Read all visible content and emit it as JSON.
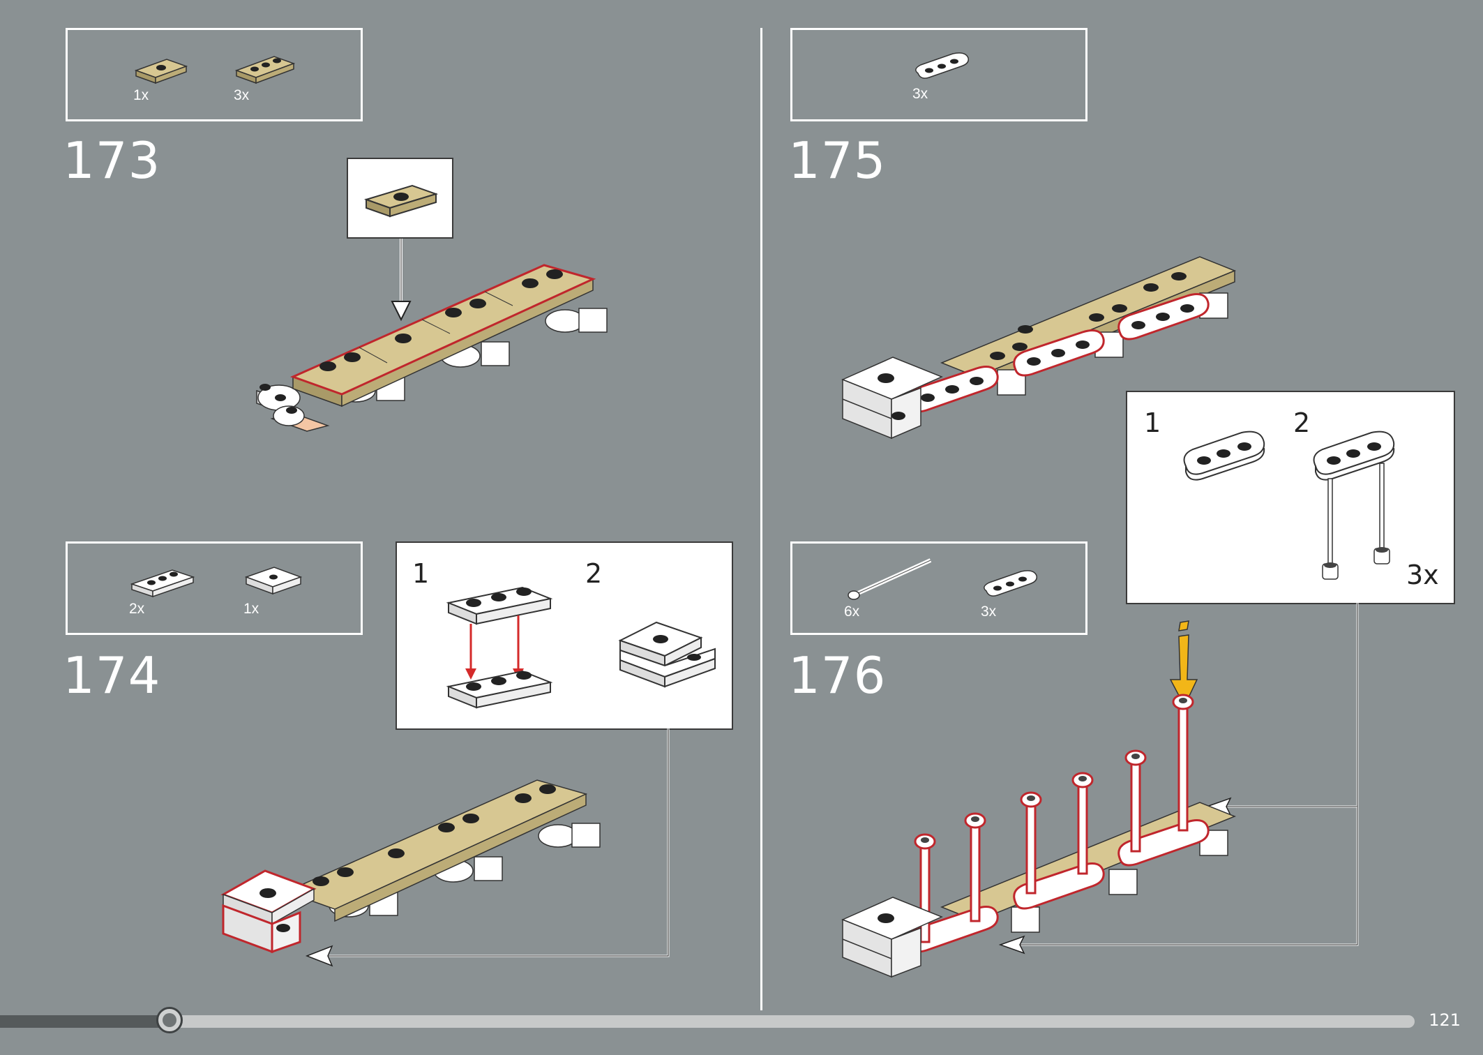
{
  "page": {
    "number": "121"
  },
  "progress": {
    "fraction": 0.12
  },
  "steps": [
    {
      "number": "173",
      "parts": [
        {
          "qty": "1x"
        },
        {
          "qty": "3x"
        }
      ]
    },
    {
      "number": "174",
      "parts": [
        {
          "qty": "2x"
        },
        {
          "qty": "1x"
        }
      ],
      "callout": {
        "sub1": "1",
        "sub2": "2"
      }
    },
    {
      "number": "175",
      "parts": [
        {
          "qty": "3x"
        }
      ]
    },
    {
      "number": "176",
      "parts": [
        {
          "qty": "6x"
        },
        {
          "qty": "3x"
        }
      ],
      "callout": {
        "sub1": "1",
        "sub2": "2",
        "multiplier": "3x"
      }
    }
  ],
  "colors": {
    "background": "#8a9193",
    "tan": "#c9b98a",
    "highlight": "#c0262c",
    "arrow_yellow": "#f2b618",
    "arrow_red": "#d42a2a"
  },
  "icons": [
    "tan-plate-1x2-jumper-icon",
    "tan-plate-1x3-icon",
    "white-plate-1x3-icon",
    "white-plate-2x2-jumper-icon",
    "bar-pin-icon",
    "white-plate-1x3-rounded-icon",
    "info-arrow-icon"
  ]
}
